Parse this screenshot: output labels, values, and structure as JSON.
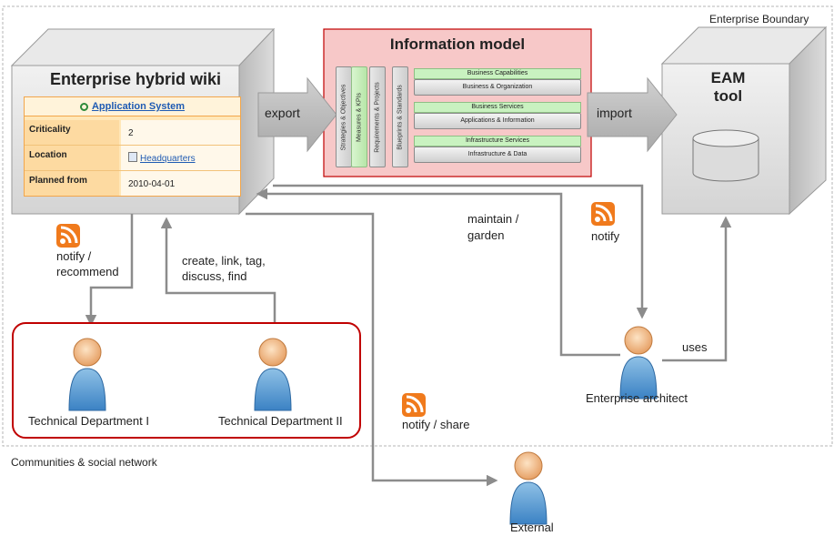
{
  "boundary_label": "Enterprise Boundary",
  "communities_label": "Communities & social network",
  "wiki": {
    "title": "Enterprise hybrid wiki",
    "header": "Application System",
    "rows": [
      {
        "key": "Criticality",
        "value": "2"
      },
      {
        "key": "Location",
        "value": "Headquarters"
      },
      {
        "key": "Planned from",
        "value": "2010-04-01"
      }
    ]
  },
  "info_model": {
    "title": "Information model",
    "columns": [
      "Strategies & Objectives",
      "Measures & KPIs",
      "Requirements & Projects",
      "Blueprints & Standards"
    ],
    "layers": [
      {
        "header": "Business Capabilities",
        "body": "Business & Organization"
      },
      {
        "header": "Business Services",
        "body": "Applications & Information"
      },
      {
        "header": "Infrastructure Services",
        "body": "Infrastructure & Data"
      }
    ]
  },
  "eam": {
    "title_line1": "EAM",
    "title_line2": "tool"
  },
  "arrows": {
    "export": "export",
    "import": "import",
    "maintain_1": "maintain /",
    "maintain_2": "garden",
    "notify_right": "notify",
    "notify_recommend_1": "notify /",
    "notify_recommend_2": "recommend",
    "create_1": "create, link, tag,",
    "create_2": "discuss, find",
    "notify_share": "notify / share",
    "uses": "uses"
  },
  "people": {
    "dept1": "Technical Department I",
    "dept2": "Technical Department II",
    "architect": "Enterprise architect",
    "external": "External"
  },
  "colors": {
    "rss": "#f07a1c",
    "red_box": "#c00000",
    "info_fill": "#f7c8c8",
    "arrow": "#8c8c8c",
    "wiki_accent": "#f2a64c"
  }
}
